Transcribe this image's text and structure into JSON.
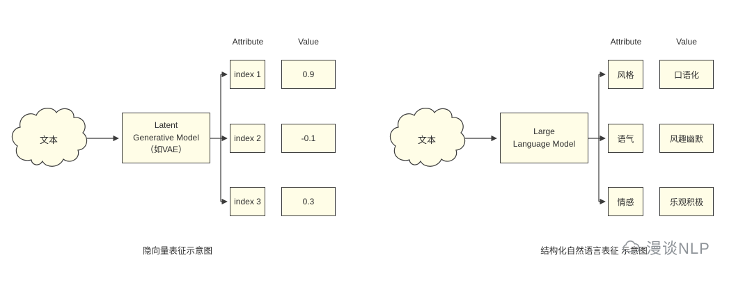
{
  "diagrams": [
    {
      "cloud_label": "文本",
      "model_lines": [
        "Latent",
        "Generative Model",
        "（如VAE）"
      ],
      "attribute_header": "Attribute",
      "value_header": "Value",
      "rows": [
        {
          "attribute": "index 1",
          "value": "0.9"
        },
        {
          "attribute": "index 2",
          "value": "-0.1"
        },
        {
          "attribute": "index 3",
          "value": "0.3"
        }
      ],
      "caption": "隐向量表征示意图"
    },
    {
      "cloud_label": "文本",
      "model_lines": [
        "Large",
        "Language Model"
      ],
      "attribute_header": "Attribute",
      "value_header": "Value",
      "rows": [
        {
          "attribute": "风格",
          "value": "口语化"
        },
        {
          "attribute": "语气",
          "value": "风趣幽默"
        },
        {
          "attribute": "情感",
          "value": "乐观积极"
        }
      ],
      "caption": "结构化自然语言表征 示意图"
    }
  ],
  "watermark": {
    "label": "漫谈NLP"
  },
  "colors": {
    "box_fill": "#FFFDE7",
    "stroke": "#3B3B3B",
    "watermark": "#8E9398"
  }
}
